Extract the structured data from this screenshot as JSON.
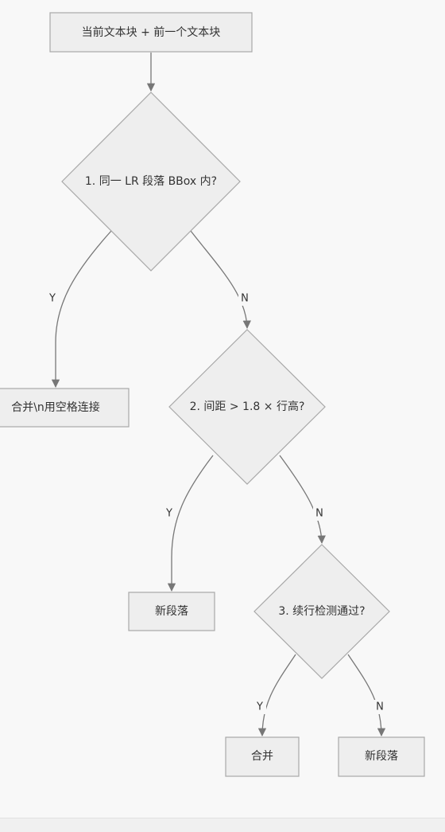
{
  "nodes": {
    "start": "当前文本块 + 前一个文本块",
    "decision1": "1. 同一 LR 段落 BBox 内?",
    "merge_space": "合并\\n用空格连接",
    "decision2": "2. 间距 > 1.8 × 行高?",
    "new_para_1": "新段落",
    "decision3": "3. 续行检测通过?",
    "merge": "合并",
    "new_para_2": "新段落"
  },
  "edge_labels": {
    "d1_yes": "Y",
    "d1_no": "N",
    "d2_yes": "Y",
    "d2_no": "N",
    "d3_yes": "Y",
    "d3_no": "N"
  },
  "colors": {
    "node_fill": "#eeeeee",
    "node_stroke": "#a8a8a8",
    "edge": "#777777",
    "background": "#f8f8f8"
  }
}
